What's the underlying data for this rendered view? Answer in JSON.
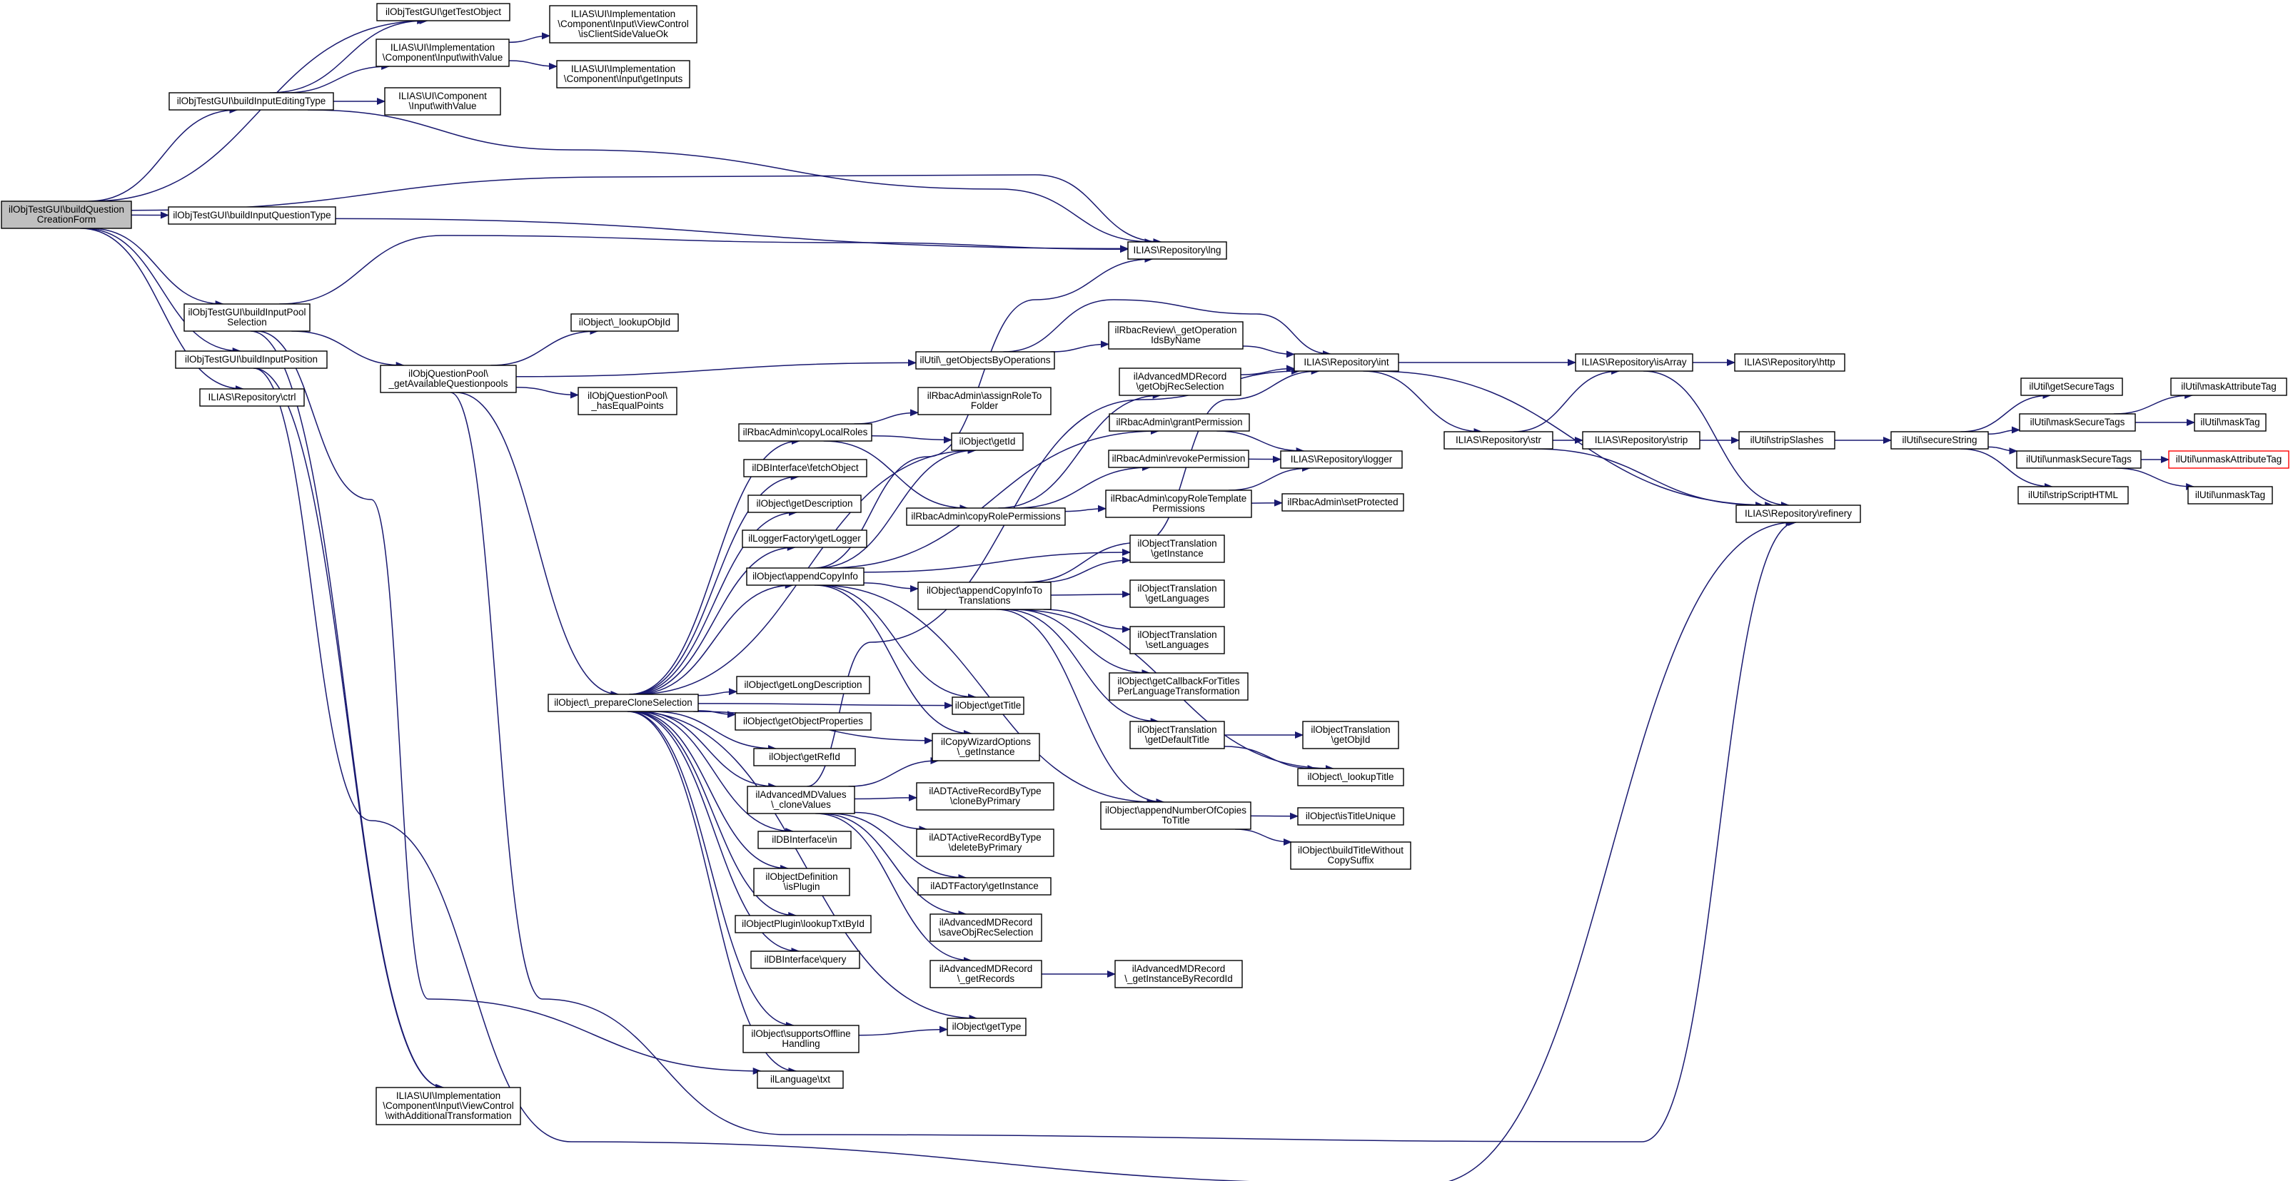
{
  "colors": {
    "edge": "#191970",
    "node_border": "#000000",
    "root_fill": "#bfbfbf",
    "truncated_border": "#ff0000",
    "background": "#ffffff"
  },
  "nodes": [
    {
      "id": "n_root",
      "lines": [
        "ilObjTestGUI\\buildQuestion",
        "CreationForm"
      ]
    },
    {
      "id": "n_gettestobject",
      "lines": [
        "ilObjTestGUI\\getTestObject"
      ]
    },
    {
      "id": "n_buildinputeditingtype",
      "lines": [
        "ilObjTestGUI\\buildInputEditingType"
      ]
    },
    {
      "id": "n_buildinputquestiontype",
      "lines": [
        "ilObjTestGUI\\buildInputQuestionType"
      ]
    },
    {
      "id": "n_buildinputpoolselection",
      "lines": [
        "ilObjTestGUI\\buildInputPool",
        "Selection"
      ]
    },
    {
      "id": "n_buildinputposition",
      "lines": [
        "ilObjTestGUI\\buildInputPosition"
      ]
    },
    {
      "id": "n_repo_ctrl",
      "lines": [
        "ILIAS\\Repository\\ctrl"
      ]
    },
    {
      "id": "n_impl_withvalue",
      "lines": [
        "ILIAS\\UI\\Implementation",
        "\\Component\\Input\\withValue"
      ]
    },
    {
      "id": "n_comp_withvalue",
      "lines": [
        "ILIAS\\UI\\Component",
        "\\Input\\withValue"
      ]
    },
    {
      "id": "n_isclientsidevalueok",
      "lines": [
        "ILIAS\\UI\\Implementation",
        "\\Component\\Input\\ViewControl",
        "\\isClientSideValueOk"
      ]
    },
    {
      "id": "n_getinputs",
      "lines": [
        "ILIAS\\UI\\Implementation",
        "\\Component\\Input\\getInputs"
      ]
    },
    {
      "id": "n_repo_lng",
      "lines": [
        "ILIAS\\Repository\\lng"
      ]
    },
    {
      "id": "n_lookupobjid",
      "lines": [
        "ilObject\\_lookupObjId"
      ]
    },
    {
      "id": "n_getavailablequestionpools",
      "lines": [
        "ilObjQuestionPool\\",
        "_getAvailableQuestionpools"
      ]
    },
    {
      "id": "n_hasequalpoints",
      "lines": [
        "ilObjQuestionPool\\",
        "_hasEqualPoints"
      ]
    },
    {
      "id": "n_getobjectsbyoperations",
      "lines": [
        "ilUtil\\_getObjectsByOperations"
      ]
    },
    {
      "id": "n_getoperationidsbyname",
      "lines": [
        "ilRbacReview\\_getOperation",
        "IdsByName"
      ]
    },
    {
      "id": "n_assignroletofolder",
      "lines": [
        "ilRbacAdmin\\assignRoleTo",
        "Folder"
      ]
    },
    {
      "id": "n_copylocalroles",
      "lines": [
        "ilRbacAdmin\\copyLocalRoles"
      ]
    },
    {
      "id": "n_getid",
      "lines": [
        "ilObject\\getId"
      ]
    },
    {
      "id": "n_fetchobject",
      "lines": [
        "ilDBInterface\\fetchObject"
      ]
    },
    {
      "id": "n_getdescription",
      "lines": [
        "ilObject\\getDescription"
      ]
    },
    {
      "id": "n_getlogger",
      "lines": [
        "ilLoggerFactory\\getLogger"
      ]
    },
    {
      "id": "n_appendcopyinfo",
      "lines": [
        "ilObject\\appendCopyInfo"
      ]
    },
    {
      "id": "n_copyrolepermissions",
      "lines": [
        "ilRbacAdmin\\copyRolePermissions"
      ]
    },
    {
      "id": "n_getobjrecselection",
      "lines": [
        "ilAdvancedMDRecord",
        "\\getObjRecSelection"
      ]
    },
    {
      "id": "n_grantpermission",
      "lines": [
        "ilRbacAdmin\\grantPermission"
      ]
    },
    {
      "id": "n_revokepermission",
      "lines": [
        "ilRbacAdmin\\revokePermission"
      ]
    },
    {
      "id": "n_copyroletemplatepermissions",
      "lines": [
        "ilRbacAdmin\\copyRoleTemplate",
        "Permissions"
      ]
    },
    {
      "id": "n_setprotected",
      "lines": [
        "ilRbacAdmin\\setProtected"
      ]
    },
    {
      "id": "n_repo_int",
      "lines": [
        "ILIAS\\Repository\\int"
      ]
    },
    {
      "id": "n_repo_logger",
      "lines": [
        "ILIAS\\Repository\\logger"
      ]
    },
    {
      "id": "n_repo_isarray",
      "lines": [
        "ILIAS\\Repository\\isArray"
      ]
    },
    {
      "id": "n_repo_http",
      "lines": [
        "ILIAS\\Repository\\http"
      ]
    },
    {
      "id": "n_repo_str",
      "lines": [
        "ILIAS\\Repository\\str"
      ]
    },
    {
      "id": "n_repo_strip",
      "lines": [
        "ILIAS\\Repository\\strip"
      ]
    },
    {
      "id": "n_stripslashes",
      "lines": [
        "ilUtil\\stripSlashes"
      ]
    },
    {
      "id": "n_securestring",
      "lines": [
        "ilUtil\\secureString"
      ]
    },
    {
      "id": "n_repo_refinery",
      "lines": [
        "ILIAS\\Repository\\refinery"
      ]
    },
    {
      "id": "n_getsecuretags",
      "lines": [
        "ilUtil\\getSecureTags"
      ]
    },
    {
      "id": "n_masksecuretags",
      "lines": [
        "ilUtil\\maskSecureTags"
      ]
    },
    {
      "id": "n_maskattributetag",
      "lines": [
        "ilUtil\\maskAttributeTag"
      ]
    },
    {
      "id": "n_masktag",
      "lines": [
        "ilUtil\\maskTag"
      ]
    },
    {
      "id": "n_unmasksecuretags",
      "lines": [
        "ilUtil\\unmaskSecureTags"
      ]
    },
    {
      "id": "n_unmaskattributetag",
      "lines": [
        "ilUtil\\unmaskAttributeTag"
      ]
    },
    {
      "id": "n_unmasktag",
      "lines": [
        "ilUtil\\unmaskTag"
      ]
    },
    {
      "id": "n_stripscripthtml",
      "lines": [
        "ilUtil\\stripScriptHTML"
      ]
    },
    {
      "id": "n_prepareclonesel",
      "lines": [
        "ilObject\\_prepareCloneSelection"
      ]
    },
    {
      "id": "n_getlongdescription",
      "lines": [
        "ilObject\\getLongDescription"
      ]
    },
    {
      "id": "n_getobjectproperties",
      "lines": [
        "ilObject\\getObjectProperties"
      ]
    },
    {
      "id": "n_getrefid",
      "lines": [
        "ilObject\\getRefId"
      ]
    },
    {
      "id": "n_advmd_clonevalues",
      "lines": [
        "ilAdvancedMDValues",
        "\\_cloneValues"
      ]
    },
    {
      "id": "n_db_in",
      "lines": [
        "ilDBInterface\\in"
      ]
    },
    {
      "id": "n_isplugin",
      "lines": [
        "ilObjectDefinition",
        "\\isPlugin"
      ]
    },
    {
      "id": "n_lookuptxtbyid",
      "lines": [
        "ilObjectPlugin\\lookupTxtById"
      ]
    },
    {
      "id": "n_db_query",
      "lines": [
        "ilDBInterface\\query"
      ]
    },
    {
      "id": "n_supportsofflinehandling",
      "lines": [
        "ilObject\\supportsOffline",
        "Handling"
      ]
    },
    {
      "id": "n_language_txt",
      "lines": [
        "ilLanguage\\txt"
      ]
    },
    {
      "id": "n_appendcopyinfotranslations",
      "lines": [
        "ilObject\\appendCopyInfoTo",
        "Translations"
      ]
    },
    {
      "id": "n_ot_getinstance",
      "lines": [
        "ilObjectTranslation",
        "\\getInstance"
      ]
    },
    {
      "id": "n_ot_getlanguages",
      "lines": [
        "ilObjectTranslation",
        "\\getLanguages"
      ]
    },
    {
      "id": "n_ot_setlanguages",
      "lines": [
        "ilObjectTranslation",
        "\\setLanguages"
      ]
    },
    {
      "id": "n_getcallbackfortitles",
      "lines": [
        "ilObject\\getCallbackForTitles",
        "PerLanguageTransformation"
      ]
    },
    {
      "id": "n_ot_getdefaulttitle",
      "lines": [
        "ilObjectTranslation",
        "\\getDefaultTitle"
      ]
    },
    {
      "id": "n_ot_getobjid",
      "lines": [
        "ilObjectTranslation",
        "\\getObjId"
      ]
    },
    {
      "id": "n_gettitle",
      "lines": [
        "ilObject\\getTitle"
      ]
    },
    {
      "id": "n_copywizard_getinstance",
      "lines": [
        "ilCopyWizardOptions",
        "\\_getInstance"
      ]
    },
    {
      "id": "n_adtar_clonebyprimary",
      "lines": [
        "ilADTActiveRecordByType",
        "\\cloneByPrimary"
      ]
    },
    {
      "id": "n_adtar_deletebyprimary",
      "lines": [
        "ilADTActiveRecordByType",
        "\\deleteByPrimary"
      ]
    },
    {
      "id": "n_adtfactory_getinstance",
      "lines": [
        "ilADTFactory\\getInstance"
      ]
    },
    {
      "id": "n_advmdrec_saveobjrecsel",
      "lines": [
        "ilAdvancedMDRecord",
        "\\saveObjRecSelection"
      ]
    },
    {
      "id": "n_advmdrec_getrecords",
      "lines": [
        "ilAdvancedMDRecord",
        "\\_getRecords"
      ]
    },
    {
      "id": "n_advmdrec_getinstancebyrecordid",
      "lines": [
        "ilAdvancedMDRecord",
        "\\_getInstanceByRecordId"
      ]
    },
    {
      "id": "n_gettype",
      "lines": [
        "ilObject\\getType"
      ]
    },
    {
      "id": "n_lookuptitle",
      "lines": [
        "ilObject\\_lookupTitle"
      ]
    },
    {
      "id": "n_appendnumberofcopies",
      "lines": [
        "ilObject\\appendNumberOfCopies",
        "ToTitle"
      ]
    },
    {
      "id": "n_istitleunique",
      "lines": [
        "ilObject\\isTitleUnique"
      ]
    },
    {
      "id": "n_buildtitlewithoutcopysuffix",
      "lines": [
        "ilObject\\buildTitleWithout",
        "CopySuffix"
      ]
    },
    {
      "id": "n_withadditionaltransformation",
      "lines": [
        "ILIAS\\UI\\Implementation",
        "\\Component\\Input\\ViewControl",
        "\\withAdditionalTransformation"
      ]
    }
  ],
  "edges": [
    [
      "n_root",
      "n_gettestobject"
    ],
    [
      "n_root",
      "n_buildinputeditingtype"
    ],
    [
      "n_root",
      "n_buildinputquestiontype"
    ],
    [
      "n_root",
      "n_repo_lng"
    ],
    [
      "n_root",
      "n_buildinputpoolselection"
    ],
    [
      "n_root",
      "n_buildinputposition"
    ],
    [
      "n_root",
      "n_repo_ctrl"
    ],
    [
      "n_buildinputeditingtype",
      "n_gettestobject"
    ],
    [
      "n_buildinputeditingtype",
      "n_impl_withvalue"
    ],
    [
      "n_buildinputeditingtype",
      "n_comp_withvalue"
    ],
    [
      "n_buildinputeditingtype",
      "n_repo_lng"
    ],
    [
      "n_impl_withvalue",
      "n_isclientsidevalueok"
    ],
    [
      "n_impl_withvalue",
      "n_getinputs"
    ],
    [
      "n_buildinputquestiontype",
      "n_repo_lng"
    ],
    [
      "n_buildinputpoolselection",
      "n_repo_lng"
    ],
    [
      "n_buildinputpoolselection",
      "n_getavailablequestionpools"
    ],
    [
      "n_buildinputpoolselection",
      "n_language_txt"
    ],
    [
      "n_buildinputpoolselection",
      "n_withadditionaltransformation"
    ],
    [
      "n_buildinputposition",
      "n_repo_refinery"
    ],
    [
      "n_buildinputposition",
      "n_withadditionaltransformation"
    ],
    [
      "n_getavailablequestionpools",
      "n_lookupobjid"
    ],
    [
      "n_getavailablequestionpools",
      "n_getobjectsbyoperations"
    ],
    [
      "n_getavailablequestionpools",
      "n_hasequalpoints"
    ],
    [
      "n_getavailablequestionpools",
      "n_prepareclonesel"
    ],
    [
      "n_getavailablequestionpools",
      "n_repo_refinery"
    ],
    [
      "n_getobjectsbyoperations",
      "n_getoperationidsbyname"
    ],
    [
      "n_getobjectsbyoperations",
      "n_repo_int"
    ],
    [
      "n_getoperationidsbyname",
      "n_repo_int"
    ],
    [
      "n_prepareclonesel",
      "n_copylocalroles"
    ],
    [
      "n_prepareclonesel",
      "n_fetchobject"
    ],
    [
      "n_prepareclonesel",
      "n_getdescription"
    ],
    [
      "n_prepareclonesel",
      "n_getlogger"
    ],
    [
      "n_prepareclonesel",
      "n_appendcopyinfo"
    ],
    [
      "n_prepareclonesel",
      "n_getlongdescription"
    ],
    [
      "n_prepareclonesel",
      "n_getobjectproperties"
    ],
    [
      "n_prepareclonesel",
      "n_getrefid"
    ],
    [
      "n_prepareclonesel",
      "n_advmd_clonevalues"
    ],
    [
      "n_prepareclonesel",
      "n_db_in"
    ],
    [
      "n_prepareclonesel",
      "n_isplugin"
    ],
    [
      "n_prepareclonesel",
      "n_lookuptxtbyid"
    ],
    [
      "n_prepareclonesel",
      "n_db_query"
    ],
    [
      "n_prepareclonesel",
      "n_supportsofflinehandling"
    ],
    [
      "n_prepareclonesel",
      "n_language_txt"
    ],
    [
      "n_prepareclonesel",
      "n_gettitle"
    ],
    [
      "n_prepareclonesel",
      "n_copywizard_getinstance"
    ],
    [
      "n_prepareclonesel",
      "n_gettype"
    ],
    [
      "n_prepareclonesel",
      "n_getid"
    ],
    [
      "n_copylocalroles",
      "n_assignroletofolder"
    ],
    [
      "n_copylocalroles",
      "n_getid"
    ],
    [
      "n_copylocalroles",
      "n_copyrolepermissions"
    ],
    [
      "n_copyrolepermissions",
      "n_getobjrecselection"
    ],
    [
      "n_copyrolepermissions",
      "n_revokepermission"
    ],
    [
      "n_copyrolepermissions",
      "n_copyroletemplatepermissions"
    ],
    [
      "n_getobjrecselection",
      "n_repo_int"
    ],
    [
      "n_grantpermission",
      "n_repo_logger"
    ],
    [
      "n_revokepermission",
      "n_repo_logger"
    ],
    [
      "n_copyroletemplatepermissions",
      "n_repo_logger"
    ],
    [
      "n_copyroletemplatepermissions",
      "n_setprotected"
    ],
    [
      "n_appendcopyinfo",
      "n_getid"
    ],
    [
      "n_appendcopyinfo",
      "n_appendcopyinfotranslations"
    ],
    [
      "n_appendcopyinfo",
      "n_ot_getinstance"
    ],
    [
      "n_appendcopyinfo",
      "n_gettitle"
    ],
    [
      "n_appendcopyinfo",
      "n_copywizard_getinstance"
    ],
    [
      "n_appendcopyinfo",
      "n_grantpermission"
    ],
    [
      "n_appendcopyinfo",
      "n_appendnumberofcopies"
    ],
    [
      "n_appendcopyinfo",
      "n_repo_lng"
    ],
    [
      "n_appendcopyinfotranslations",
      "n_ot_getinstance"
    ],
    [
      "n_appendcopyinfotranslations",
      "n_ot_getlanguages"
    ],
    [
      "n_appendcopyinfotranslations",
      "n_ot_setlanguages"
    ],
    [
      "n_appendcopyinfotranslations",
      "n_getcallbackfortitles"
    ],
    [
      "n_appendcopyinfotranslations",
      "n_ot_getdefaulttitle"
    ],
    [
      "n_appendcopyinfotranslations",
      "n_lookuptitle"
    ],
    [
      "n_appendcopyinfotranslations",
      "n_appendnumberofcopies"
    ],
    [
      "n_appendcopyinfotranslations",
      "n_repo_int"
    ],
    [
      "n_ot_getdefaulttitle",
      "n_ot_getobjid"
    ],
    [
      "n_ot_getdefaulttitle",
      "n_lookuptitle"
    ],
    [
      "n_advmd_clonevalues",
      "n_copywizard_getinstance"
    ],
    [
      "n_advmd_clonevalues",
      "n_adtar_clonebyprimary"
    ],
    [
      "n_advmd_clonevalues",
      "n_adtar_deletebyprimary"
    ],
    [
      "n_advmd_clonevalues",
      "n_adtfactory_getinstance"
    ],
    [
      "n_advmd_clonevalues",
      "n_advmdrec_saveobjrecsel"
    ],
    [
      "n_advmd_clonevalues",
      "n_advmdrec_getrecords"
    ],
    [
      "n_advmd_clonevalues",
      "n_repo_int"
    ],
    [
      "n_advmdrec_getrecords",
      "n_advmdrec_getinstancebyrecordid"
    ],
    [
      "n_supportsofflinehandling",
      "n_gettype"
    ],
    [
      "n_appendnumberofcopies",
      "n_istitleunique"
    ],
    [
      "n_appendnumberofcopies",
      "n_buildtitlewithoutcopysuffix"
    ],
    [
      "n_repo_int",
      "n_repo_isarray"
    ],
    [
      "n_repo_int",
      "n_repo_str"
    ],
    [
      "n_repo_int",
      "n_repo_refinery"
    ],
    [
      "n_repo_isarray",
      "n_repo_http"
    ],
    [
      "n_repo_isarray",
      "n_repo_refinery"
    ],
    [
      "n_repo_str",
      "n_repo_isarray"
    ],
    [
      "n_repo_str",
      "n_repo_strip"
    ],
    [
      "n_repo_str",
      "n_repo_refinery"
    ],
    [
      "n_repo_strip",
      "n_stripslashes"
    ],
    [
      "n_stripslashes",
      "n_securestring"
    ],
    [
      "n_securestring",
      "n_getsecuretags"
    ],
    [
      "n_securestring",
      "n_masksecuretags"
    ],
    [
      "n_securestring",
      "n_unmasksecuretags"
    ],
    [
      "n_securestring",
      "n_stripscripthtml"
    ],
    [
      "n_masksecuretags",
      "n_maskattributetag"
    ],
    [
      "n_masksecuretags",
      "n_masktag"
    ],
    [
      "n_unmasksecuretags",
      "n_unmaskattributetag"
    ],
    [
      "n_unmasksecuretags",
      "n_unmasktag"
    ]
  ]
}
